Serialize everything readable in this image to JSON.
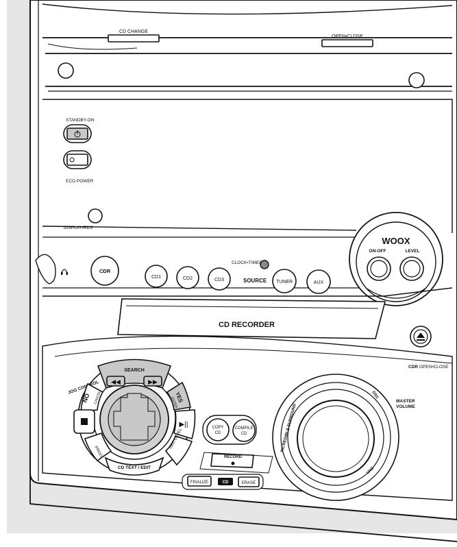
{
  "cd_change": "CD CHANGE",
  "open_close": "OPEN•CLOSE",
  "standby_on": "STANDBY-ON",
  "eco_power": "ECO POWER",
  "display_rds": "DISPLAY/RDS",
  "source_buttons": [
    "CDR",
    "CD1",
    "CD2",
    "CD3",
    "TUNER",
    "AUX"
  ],
  "clock_timer": "CLOCK•TIMER",
  "source_label": "SOURCE",
  "woox": {
    "title": "WOOX",
    "on_off": "ON-OFF",
    "level": "LEVEL"
  },
  "cd_recorder": "CD RECORDER",
  "cdr_open_close": {
    "brand": "CDR",
    "text": "OPEN•CLOSE"
  },
  "jog": {
    "jog_control": "JOG CONTROL",
    "search": "SEARCH",
    "no": "NO",
    "cancel": "CANCEL",
    "yes": "YES",
    "enter": "ENTER",
    "prog": "PROG",
    "rec_level": "REC LEVEL",
    "cd_text": "CD TEXT / EDIT"
  },
  "copy_cd": [
    "COPY",
    "CD"
  ],
  "compile_cd": [
    "COMPILE",
    "CD"
  ],
  "record": "RECORD",
  "finalize": "FINALIZE",
  "cd_badge": "CD",
  "erase": "ERASE",
  "master_volume": [
    "MASTER",
    "VOLUME"
  ],
  "dial_labels": {
    "incredible_surround": "INCREDIBLE SURROUND",
    "dsc": "DSC",
    "vac": "VAC"
  },
  "colors": {
    "background": "#e6e6e6",
    "device": "#ffffff",
    "line": "#111111",
    "control_grey": "#c8c8c8"
  },
  "icons": [
    "headphone-icon",
    "eject-icon",
    "stop-icon",
    "play-pause-icon",
    "rewind-icon",
    "fast-forward-icon",
    "power-icon"
  ]
}
